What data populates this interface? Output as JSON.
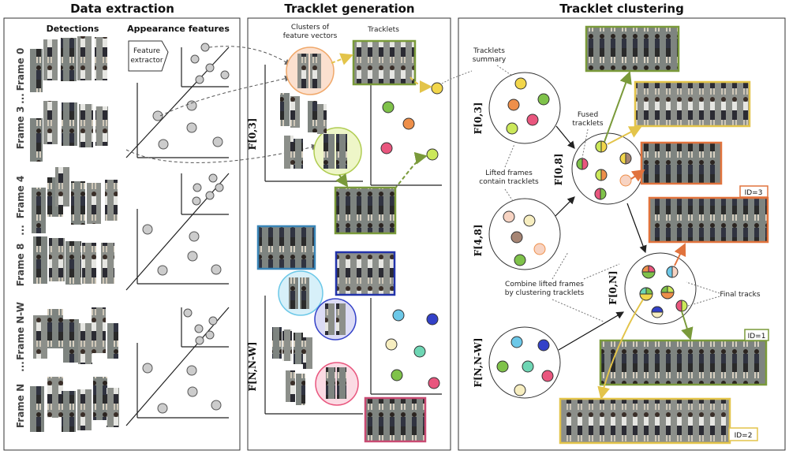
{
  "panels": {
    "data_extraction": {
      "title": "Data extraction",
      "detections_label": "Detections",
      "appearance_label": "Appearance features",
      "extractor_line1": "Feature",
      "extractor_line2": "extractor",
      "frames": [
        "Frame 0",
        "...",
        "Frame 3",
        "Frame 4",
        "...",
        "Frame 8",
        "Frame N-W",
        "...",
        "Frame N"
      ]
    },
    "tracklet_generation": {
      "title": "Tracklet generation",
      "clusters_line1": "Clusters of",
      "clusters_line2": "feature vectors",
      "tracklets_label": "Tracklets",
      "f03": "F[0,3]",
      "fnnw": "F[N,N-W]"
    },
    "tracklet_clustering": {
      "title": "Tracklet clustering",
      "summary_line1": "Tracklets",
      "summary_line2": "summary",
      "fused_line1": "Fused",
      "fused_line2": "tracklets",
      "lifted_line1": "Lifted frames",
      "lifted_line2": "contain tracklets",
      "combine_line1": "Combine lifted frames",
      "combine_line2": "by clustering tracklets",
      "final_tracks": "Final tracks",
      "f03": "F[0,3]",
      "f48": "F[4,8]",
      "f08": "F[0,8]",
      "f0n": "F[0,N]",
      "fnnw": "F[N,N-W]",
      "id3": "ID=3",
      "id1": "ID=1",
      "id2": "ID=2"
    }
  },
  "colors": {
    "yellow": "#f2d64b",
    "green": "#7fc24a",
    "orange": "#ee8f4a",
    "pink": "#e9567e",
    "lime": "#cbe85a",
    "cyan": "#6cc8e8",
    "navy": "#3341c8",
    "mint": "#6ed6b4",
    "cream": "#f7eec0",
    "peach": "#f7d3c2",
    "brown": "#a68574",
    "olive": "#7d9a35",
    "tile_green_border": "#7a9a3a",
    "tile_yellow_border": "#e3c44a",
    "tile_orange_border": "#e1733d",
    "tile_blue_border": "#3a86b8",
    "tile_navy_border": "#2233aa",
    "tile_pink_border": "#c84a72"
  }
}
